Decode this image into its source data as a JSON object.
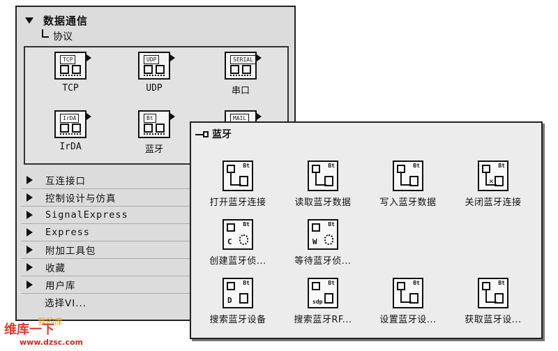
{
  "palette": {
    "category_title": "数据通信",
    "subpath": "协议",
    "protocols": [
      {
        "tag": "TCP",
        "label": "TCP"
      },
      {
        "tag": "UDP",
        "label": "UDP"
      },
      {
        "tag": "SERIAL",
        "label": "串口"
      },
      {
        "tag": "IrDA",
        "label": "IrDA"
      },
      {
        "tag": "Bt",
        "label": "蓝牙"
      },
      {
        "tag": "MAIL",
        "label": ""
      }
    ],
    "categories": [
      {
        "label": "互连接口"
      },
      {
        "label": "控制设计与仿真"
      },
      {
        "label": "SignalExpress"
      },
      {
        "label": "Express"
      },
      {
        "label": "附加工具包"
      },
      {
        "label": "收藏"
      },
      {
        "label": "用户库"
      }
    ],
    "select_vi": "选择VI..."
  },
  "bluetooth": {
    "title": "蓝牙",
    "badge": "Bt",
    "items": [
      {
        "label": "打开蓝牙连接",
        "glyph": ""
      },
      {
        "label": "读取蓝牙数据",
        "glyph": ""
      },
      {
        "label": "写入蓝牙数据",
        "glyph": ""
      },
      {
        "label": "关闭蓝牙连接",
        "glyph": "✕"
      },
      {
        "label": "创建蓝牙侦...",
        "glyph": "C"
      },
      {
        "label": "等待蓝牙侦...",
        "glyph": "W"
      },
      {
        "label": "搜索蓝牙设备",
        "glyph": "D"
      },
      {
        "label": "搜索蓝牙RF...",
        "glyph": "sdp"
      },
      {
        "label": "设置蓝牙设...",
        "glyph": ""
      },
      {
        "label": "获取蓝牙设...",
        "glyph": ""
      }
    ]
  },
  "watermark": {
    "logo": "维库一下",
    "logo_small": "我的库",
    "url": "www.dzsc.com"
  },
  "colors": {
    "watermark_red": "#e23b2e",
    "watermark_orange": "#f0a020"
  }
}
